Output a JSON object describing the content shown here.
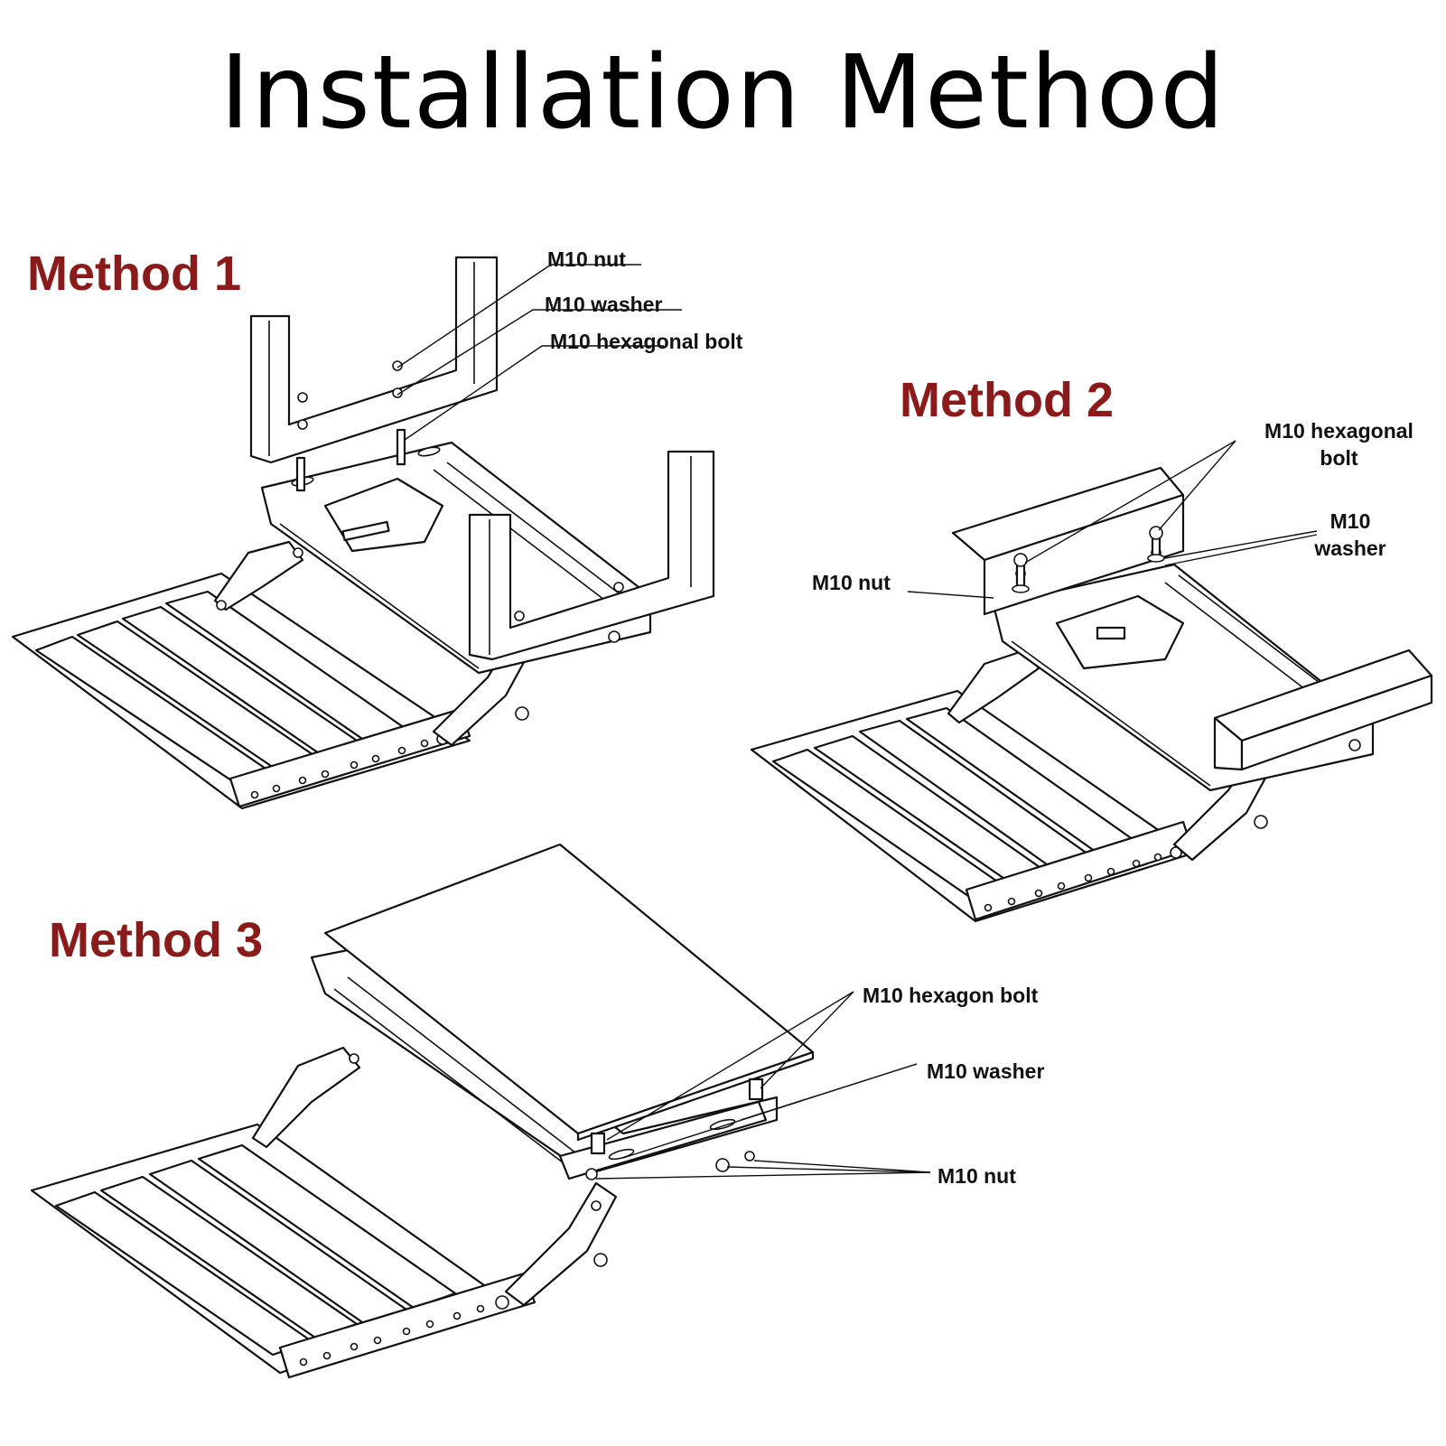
{
  "title": "Installation Method",
  "methods": [
    {
      "label": "Method 1",
      "callouts": [
        "M10 nut",
        "M10 washer",
        "M10 hexagonal bolt"
      ]
    },
    {
      "label": "Method 2",
      "callouts": [
        "M10 hexagonal",
        "bolt",
        "M10",
        "washer",
        "M10 nut"
      ]
    },
    {
      "label": "Method 3",
      "callouts": [
        "M10 hexagon bolt",
        "M10 washer",
        "M10 nut"
      ]
    }
  ],
  "colors": {
    "method_label": "#8b1a1a",
    "line": "#111111"
  }
}
